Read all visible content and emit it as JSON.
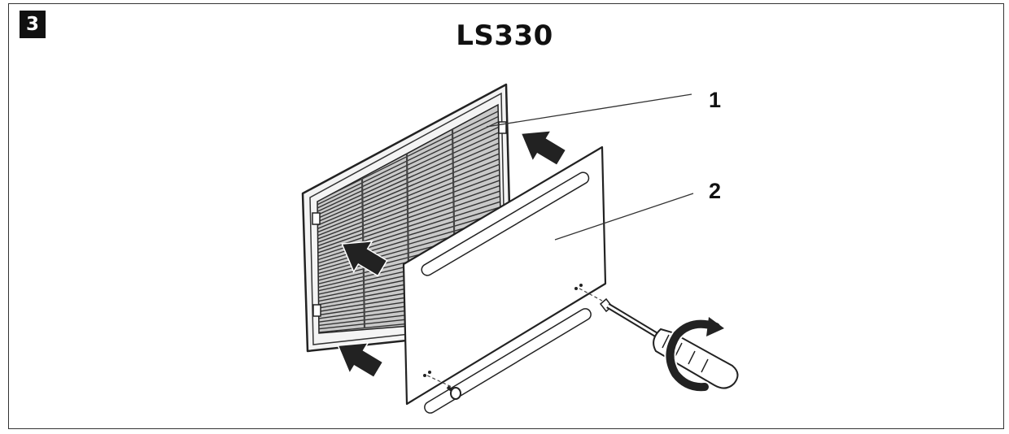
{
  "figure": {
    "step_number": "3",
    "title": "LS330",
    "callouts": [
      {
        "id": "1",
        "label": "1"
      },
      {
        "id": "2",
        "label": "2"
      }
    ]
  },
  "icons": [
    "push-arrow-icon",
    "rotate-arrow-icon",
    "screwdriver-icon",
    "screw-icon"
  ]
}
